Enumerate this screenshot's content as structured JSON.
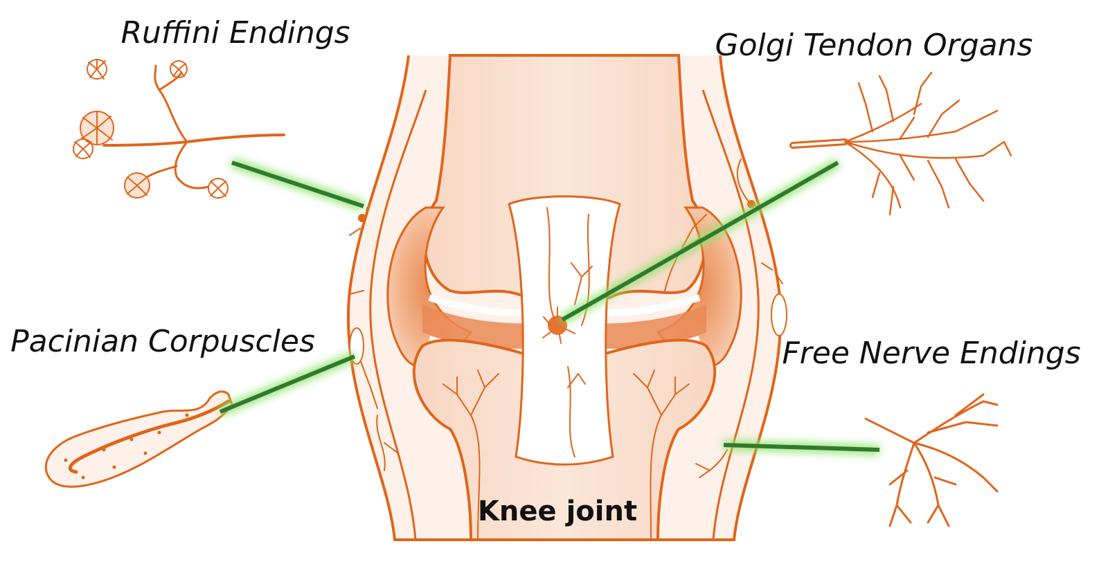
{
  "labels": {
    "ruffini": "Ruffini Endings",
    "golgi": "Golgi Tendon Organs",
    "pacinian": "Pacinian Corpuscles",
    "free_nerve": "Free Nerve Endings",
    "joint": "Knee joint"
  },
  "colors": {
    "nerve_orange": "#e0651b",
    "tissue_light": "#fbe3d4",
    "tissue_mid": "#f6c6a8",
    "tissue_dark": "#e98a55",
    "leader_line": "#2f7a2f",
    "leader_glow": "#8fe36b",
    "text": "#111111"
  },
  "icons": [
    "ruffini-ending-icon",
    "golgi-tendon-organ-icon",
    "pacinian-corpuscle-icon",
    "free-nerve-ending-icon"
  ]
}
